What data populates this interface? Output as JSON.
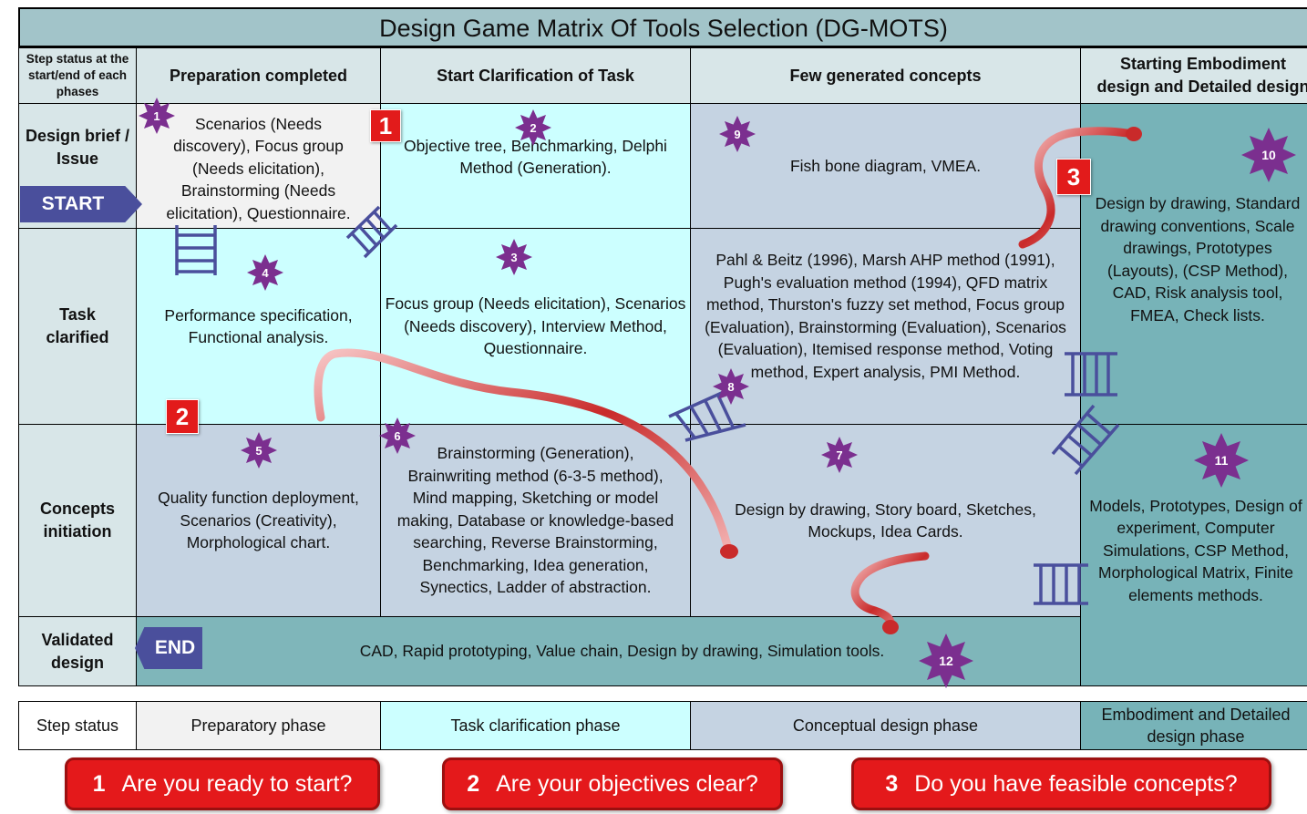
{
  "title": "Design Game Matrix Of Tools Selection (DG-MOTS)",
  "corner_header": "Step status at the start/end of each phases",
  "columns": [
    "Preparation completed",
    "Start Clarification of Task",
    "Few generated concepts",
    "Starting Embodiment design and Detailed design"
  ],
  "rows": [
    "Design brief / Issue",
    "Task clarified",
    "Concepts initiation",
    "Validated design"
  ],
  "start_label": "START",
  "end_label": "END",
  "cells": {
    "r1c1": "Scenarios (Needs discovery), Focus group (Needs elicitation), Brainstorming (Needs elicitation), Questionnaire.",
    "r1c2": "Objective tree, Benchmarking, Delphi Method (Generation).",
    "r1c3": "Fish bone diagram, VMEA.",
    "r2c1": "Performance specification, Functional analysis.",
    "r2c2": "Focus group (Needs elicitation), Scenarios (Needs discovery), Interview Method, Questionnaire.",
    "r2c3": "Pahl & Beitz (1996), Marsh AHP method (1991), Pugh's evaluation method (1994), QFD matrix method, Thurston's fuzzy set method, Focus group (Evaluation), Brainstorming (Evaluation), Scenarios (Evaluation), Itemised response method, Voting method, Expert analysis, PMI Method.",
    "r12c4": "Design by drawing, Standard drawing conventions, Scale drawings, Prototypes (Layouts), (CSP Method), CAD, Risk analysis tool, FMEA, Check lists.",
    "r3c1": "Quality function deployment, Scenarios (Creativity), Morphological chart.",
    "r3c2": "Brainstorming (Generation), Brainwriting method (6-3-5 method), Mind mapping, Sketching or model making, Database or knowledge-based searching, Reverse Brainstorming, Benchmarking, Idea generation, Synectics, Ladder of abstraction.",
    "r3c3": "Design by drawing, Story board, Sketches, Mockups, Idea Cards.",
    "r34c4": "Models, Prototypes, Design of experiment, Computer Simulations, CSP Method, Morphological Matrix, Finite elements methods.",
    "r4": "CAD, Rapid prototyping, Value chain, Design by drawing, Simulation tools."
  },
  "stars": [
    "1",
    "2",
    "3",
    "4",
    "5",
    "6",
    "7",
    "8",
    "9",
    "10",
    "11",
    "12"
  ],
  "checkpoints": [
    "1",
    "2",
    "3"
  ],
  "phase_header": "Step status",
  "phases": [
    "Preparatory phase",
    "Task clarification phase",
    "Conceptual design phase",
    "Embodiment and Detailed design phase"
  ],
  "questions": [
    {
      "num": "1",
      "text": "Are you ready to start?"
    },
    {
      "num": "2",
      "text": "Are your objectives clear?"
    },
    {
      "num": "3",
      "text": "Do you have feasible concepts?"
    }
  ],
  "colors": {
    "prep": "#f2f2f2",
    "task": "#ccffff",
    "concept": "#c5d3e2",
    "embodiment": "#77b3b8",
    "accent_red": "#e21b1b",
    "star_purple": "#7b2f8f",
    "arrow_blue": "#4a4f9c"
  }
}
